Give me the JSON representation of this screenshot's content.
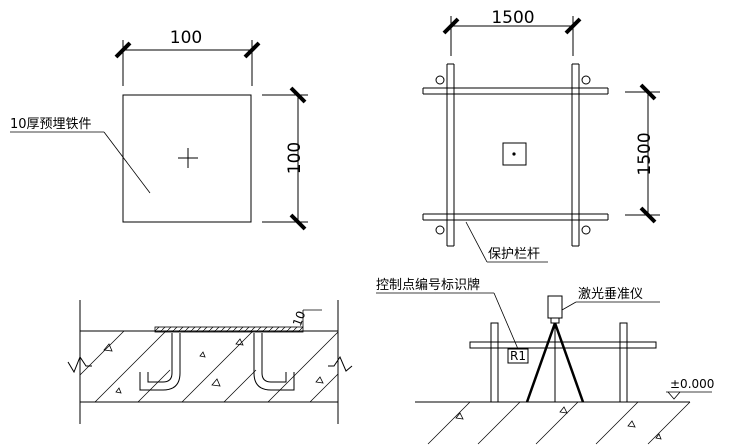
{
  "plate_detail": {
    "width_dim": "100",
    "height_dim": "100",
    "plate_label": "10厚预埋铁件"
  },
  "railing_plan": {
    "width_dim": "1500",
    "height_dim": "1500",
    "railing_label": "保护栏杆"
  },
  "slab_section": {
    "thickness_dim": "10"
  },
  "laser_section": {
    "marker_label": "控制点编号标识牌",
    "instrument_label": "激光垂准仪",
    "marker_code": "R1",
    "elevation": "±0.000"
  }
}
